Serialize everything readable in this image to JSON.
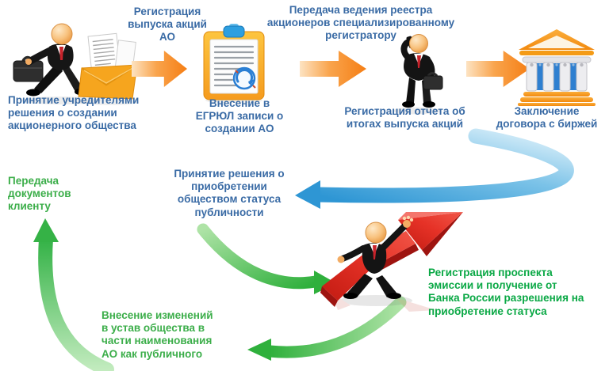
{
  "diagram": {
    "labels": {
      "founders_decision": "Принятие учредителями\nрешения о создании\nакционерного общества",
      "share_issue_registration": "Регистрация\nвыпуска акций\nАО",
      "egrul_record": "Внесение в\nЕГРЮЛ записи о\nсоздании АО",
      "registry_transfer": "Передача ведения реестра\nакционеров специализированному\nрегистратору",
      "issue_report_registration": "Регистрация отчета об\nитогах выпуска акций",
      "exchange_agreement": "Заключение\nдоговора с биржей",
      "public_status_decision": "Принятие решения о\nприобретении\nобществом статуса\nпубличности",
      "documents_to_client": "Передача\nдокументов\nклиенту",
      "charter_amendments": "Внесение изменений\nв устав общества в\nчасти наименования\nАО как публичного",
      "prospectus_registration": "Регистрация  проспекта\nэмиссии и получение от\nБанка России разрешения на\nприобретение статуса"
    },
    "icons": [
      "businessman-walking-icon",
      "envelope-documents-icon",
      "clipboard-egrul-icon",
      "businessman-phone-icon",
      "bank-exchange-icon",
      "businessman-growth-arrow-icon",
      "orange-flow-arrow-icon",
      "blue-curved-arrow-icon",
      "green-curved-arrow-icon"
    ]
  },
  "colors": {
    "blue_text": "#3a6ba5",
    "green_text": "#3cae4a",
    "green_text_vivid": "#0aa845",
    "orange_arrow": "#f68c1e",
    "blue_arrow": "#2e96d4",
    "green_arrow": "#2fb03c",
    "red_arrow": "#e0251b"
  }
}
